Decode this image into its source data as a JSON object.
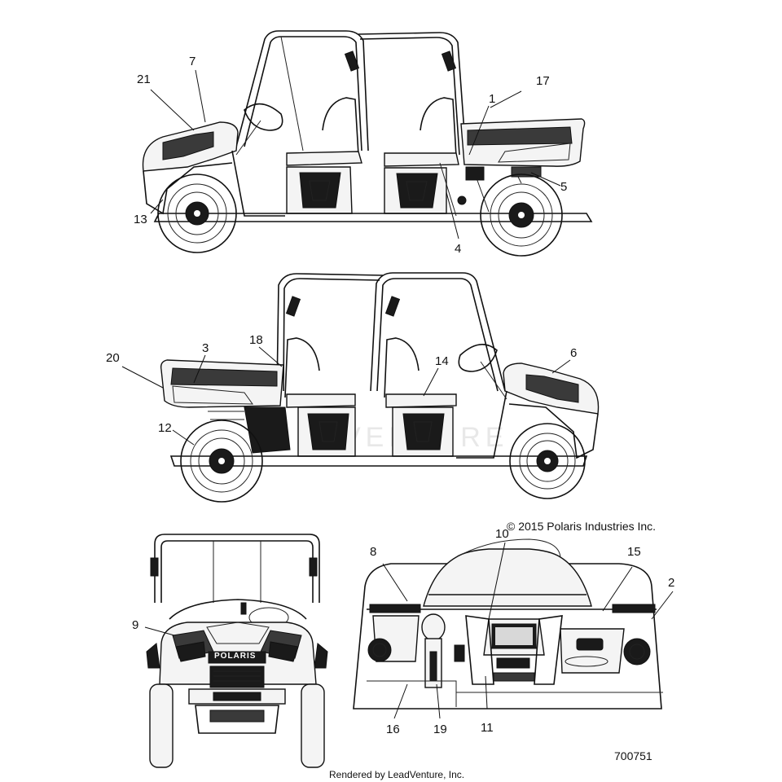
{
  "copyright": "© 2015 Polaris Industries Inc.",
  "diagram_number": "700751",
  "rendered_by": "Rendered by LeadVenture, Inc.",
  "watermark": "VENTURE",
  "grille_badge": "POLARIS",
  "callouts": {
    "c1": "1",
    "c2": "2",
    "c3": "3",
    "c4": "4",
    "c5": "5",
    "c6": "6",
    "c7": "7",
    "c8": "8",
    "c9": "9",
    "c10": "10",
    "c11": "11",
    "c12": "12",
    "c13": "13",
    "c14": "14",
    "c15": "15",
    "c16": "16",
    "c17": "17",
    "c18": "18",
    "c19": "19",
    "c20": "20",
    "c21": "21"
  }
}
